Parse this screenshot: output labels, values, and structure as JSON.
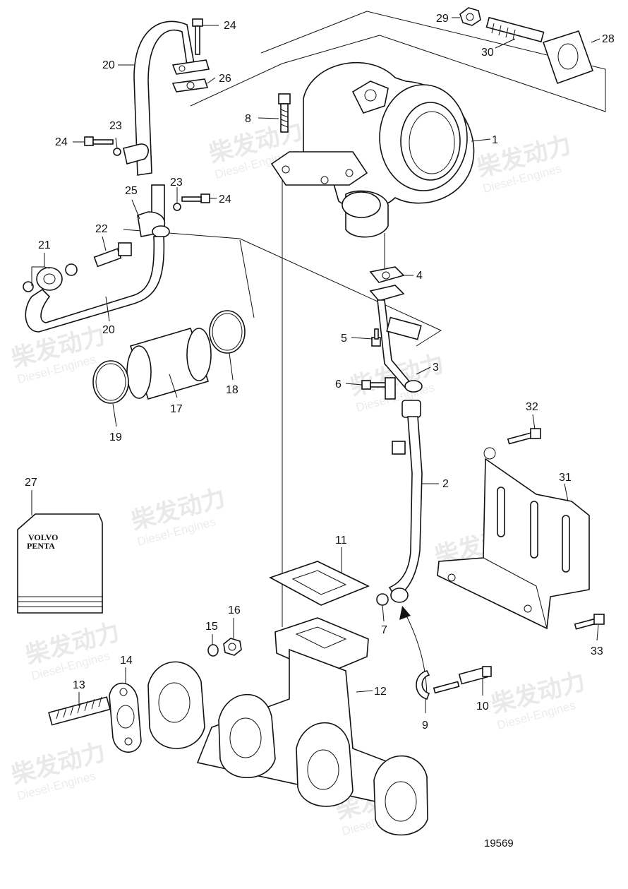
{
  "diagram_number": "19569",
  "book": {
    "brand_line1": "VOLVO",
    "brand_line2": "PENTA"
  },
  "watermark": {
    "cn": "柴发动力",
    "en": "Diesel-Engines"
  },
  "callouts": {
    "c1": "1",
    "c2": "2",
    "c3": "3",
    "c4": "4",
    "c5": "5",
    "c6": "6",
    "c7": "7",
    "c8": "8",
    "c9": "9",
    "c10": "10",
    "c11": "11",
    "c12": "12",
    "c13": "13",
    "c14": "14",
    "c15": "15",
    "c16": "16",
    "c17": "17",
    "c18": "18",
    "c19": "19",
    "c20a": "20",
    "c20b": "20",
    "c21": "21",
    "c22": "22",
    "c23a": "23",
    "c23b": "23",
    "c24a": "24",
    "c24b": "24",
    "c24c": "24",
    "c25": "25",
    "c26": "26",
    "c27": "27",
    "c28": "28",
    "c29": "29",
    "c30": "30",
    "c31": "31",
    "c32": "32",
    "c33": "33"
  }
}
